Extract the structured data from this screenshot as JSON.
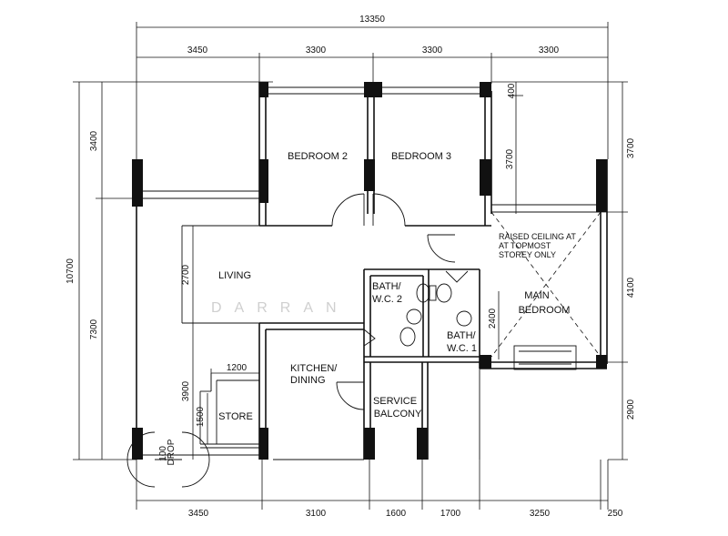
{
  "dimensions": {
    "overall_width": "13350",
    "top": [
      "3450",
      "3300",
      "3300",
      "3300"
    ],
    "bottom": [
      "3450",
      "3100",
      "1600",
      "1700",
      "3250",
      "250"
    ],
    "left_total": "10700",
    "left": [
      "3400",
      "7300"
    ],
    "right": [
      "3700",
      "4100",
      "2900"
    ],
    "inner": {
      "living_height": "2700",
      "kitchen_height": "3900",
      "store_width": "1200",
      "store_height": "1500",
      "bedroom3_upper": "400",
      "bedroom3_height": "3700",
      "bath_height": "2400",
      "drop": "100\nDROP"
    }
  },
  "rooms": {
    "bedroom2": "BEDROOM 2",
    "bedroom3": "BEDROOM 3",
    "living": "LIVING",
    "bath2_line1": "BATH/",
    "bath2_line2": "W.C. 2",
    "bath1_line1": "BATH/",
    "bath1_line2": "W.C. 1",
    "main_bedroom_line1": "MAIN",
    "main_bedroom_line2": "BEDROOM",
    "kitchen_line1": "KITCHEN/",
    "kitchen_line2": "DINING",
    "store": "STORE",
    "service_line1": "SERVICE",
    "service_line2": "BALCONY"
  },
  "notes": {
    "ceiling_line1": "RAISED CEILING AT",
    "ceiling_line2": "AT TOPMOST",
    "ceiling_line3": "STOREY ONLY"
  },
  "watermark": "DARRAN"
}
